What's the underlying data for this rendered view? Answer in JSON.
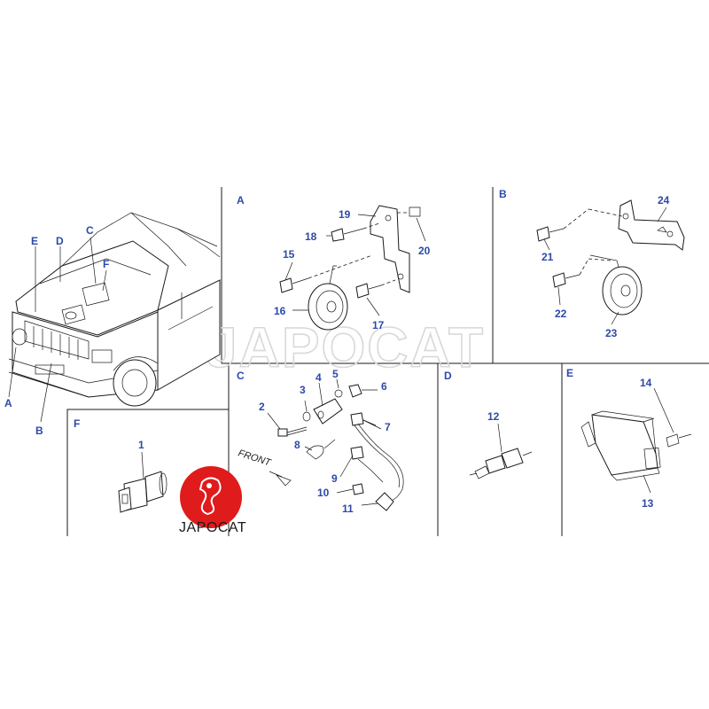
{
  "sections": {
    "A": "A",
    "B": "B",
    "C": "C",
    "D": "D",
    "E": "E",
    "F": "F"
  },
  "vehicle_callouts": {
    "A": "A",
    "B": "B",
    "C": "C",
    "D": "D",
    "E": "E",
    "F": "F"
  },
  "parts": {
    "p1": "1",
    "p2": "2",
    "p3": "3",
    "p4": "4",
    "p5": "5",
    "p6": "6",
    "p7": "7",
    "p8": "8",
    "p9": "9",
    "p10": "10",
    "p11": "11",
    "p12": "12",
    "p13": "13",
    "p14": "14",
    "p15": "15",
    "p16": "16",
    "p17": "17",
    "p18": "18",
    "p19": "19",
    "p20": "20",
    "p21": "21",
    "p22": "22",
    "p23": "23",
    "p24": "24"
  },
  "front_label": "FRONT",
  "watermark": "JAPOCAT",
  "logo": {
    "text": "JAPOCAT",
    "color": "#e01b1b"
  },
  "colors": {
    "label": "#2b4aa8",
    "line": "#1a1a1a",
    "logo_red": "#e01b1b"
  }
}
